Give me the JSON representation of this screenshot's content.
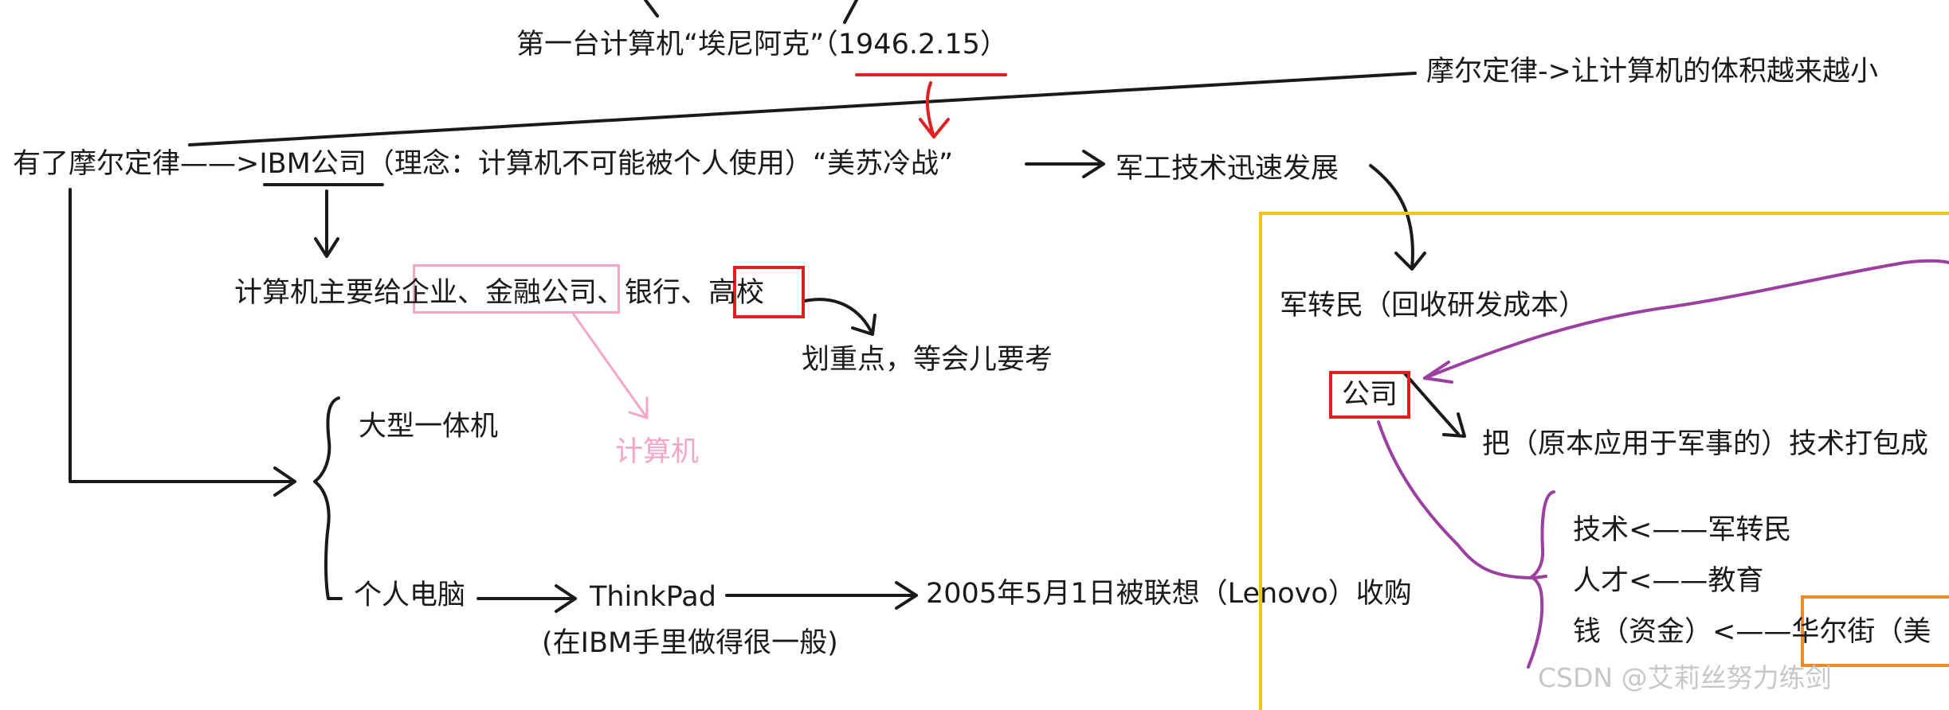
{
  "nodes": {
    "eniac": "第一台计算机“埃尼阿克”（1946.2.15）",
    "moore_law_effect": "摩尔定律->让计算机的体积越来越小",
    "ibm_line": "有了摩尔定律——>IBM公司（理念：计算机不可能被个人使用）“美苏冷战”",
    "military_tech": "军工技术迅速发展",
    "users": "计算机主要给企业、金融公司、银行、高校",
    "key_point": "划重点，等会儿要考",
    "pink_note": "计算机",
    "mainframe": "大型一体机",
    "personal_pc": "个人电脑",
    "thinkpad": "ThinkPad",
    "thinkpad_note": "(在IBM手里做得很一般)",
    "lenovo": "2005年5月1日被联想（Lenovo）收购",
    "military_to_civil": "军转民（回收研发成本）",
    "company": "公司",
    "package_tech": "把（原本应用于军事的）技术打包成",
    "tech": "技术<——军转民",
    "talent": "人才<——教育",
    "money": "钱（资金）<——华尔街（美"
  },
  "watermark": "CSDN @艾莉丝努力练剑",
  "colors": {
    "ink": "#1a1a1a",
    "red": "#e02020",
    "pink": "#f4a6c8",
    "purple": "#9b3fa0",
    "yellow": "#f5c21b",
    "orange": "#f08a24",
    "watermark": "#c7c7c7"
  }
}
